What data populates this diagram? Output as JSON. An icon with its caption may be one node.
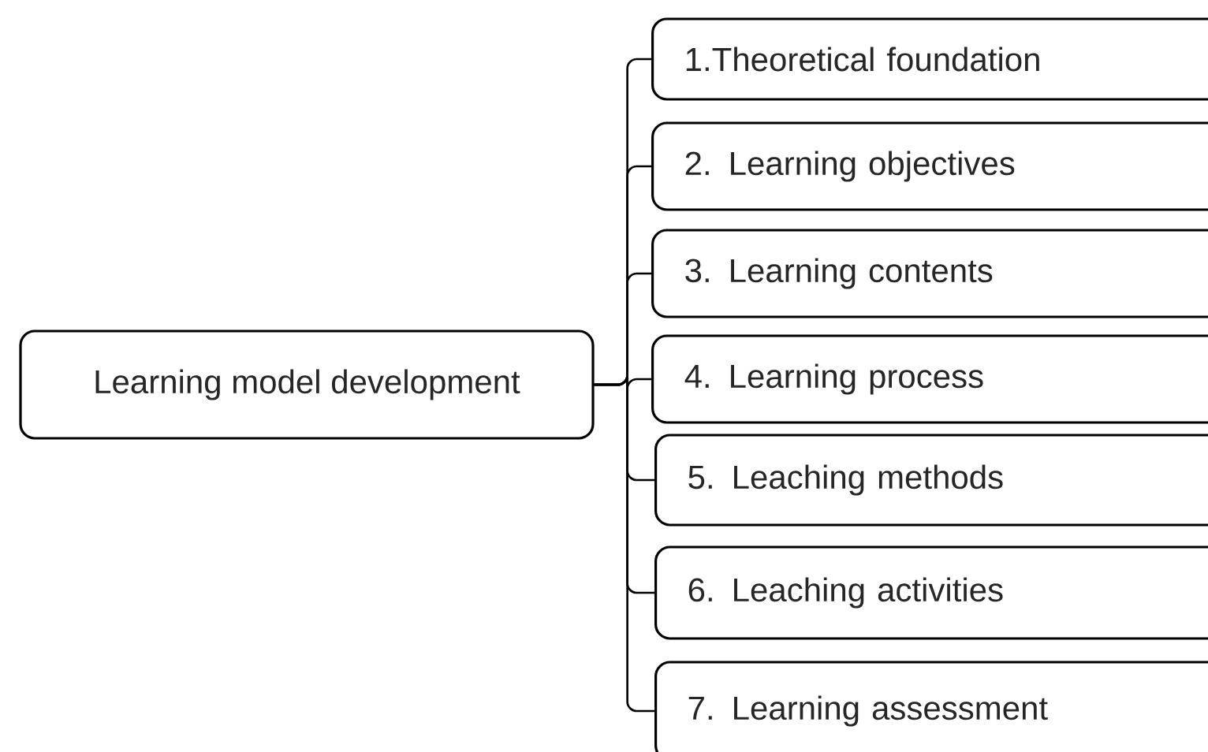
{
  "diagram": {
    "nodes": [
      {
        "text": [
          "Learning model development"
        ]
      },
      {
        "text": [
          "1.Theoretical foundation"
        ]
      },
      {
        "text": [
          "2. Learning objectives"
        ]
      },
      {
        "text": [
          "3. Learning contents"
        ]
      },
      {
        "text": [
          "4. Learning process"
        ]
      },
      {
        "text": [
          "5. Leaching methods"
        ]
      },
      {
        "text": [
          "6. Leaching activities"
        ]
      },
      {
        "text": [
          "7. Learning assessment"
        ]
      }
    ],
    "edges": [
      {
        "from": 0,
        "to": 1,
        "arrow": "none"
      },
      {
        "from": 0,
        "to": 2,
        "arrow": "none"
      },
      {
        "from": 0,
        "to": 3,
        "arrow": "none"
      },
      {
        "from": 0,
        "to": 4,
        "arrow": "none"
      },
      {
        "from": 0,
        "to": 5,
        "arrow": "none"
      },
      {
        "from": 0,
        "to": 6,
        "arrow": "none"
      },
      {
        "from": 0,
        "to": 7,
        "arrow": "none"
      }
    ]
  }
}
